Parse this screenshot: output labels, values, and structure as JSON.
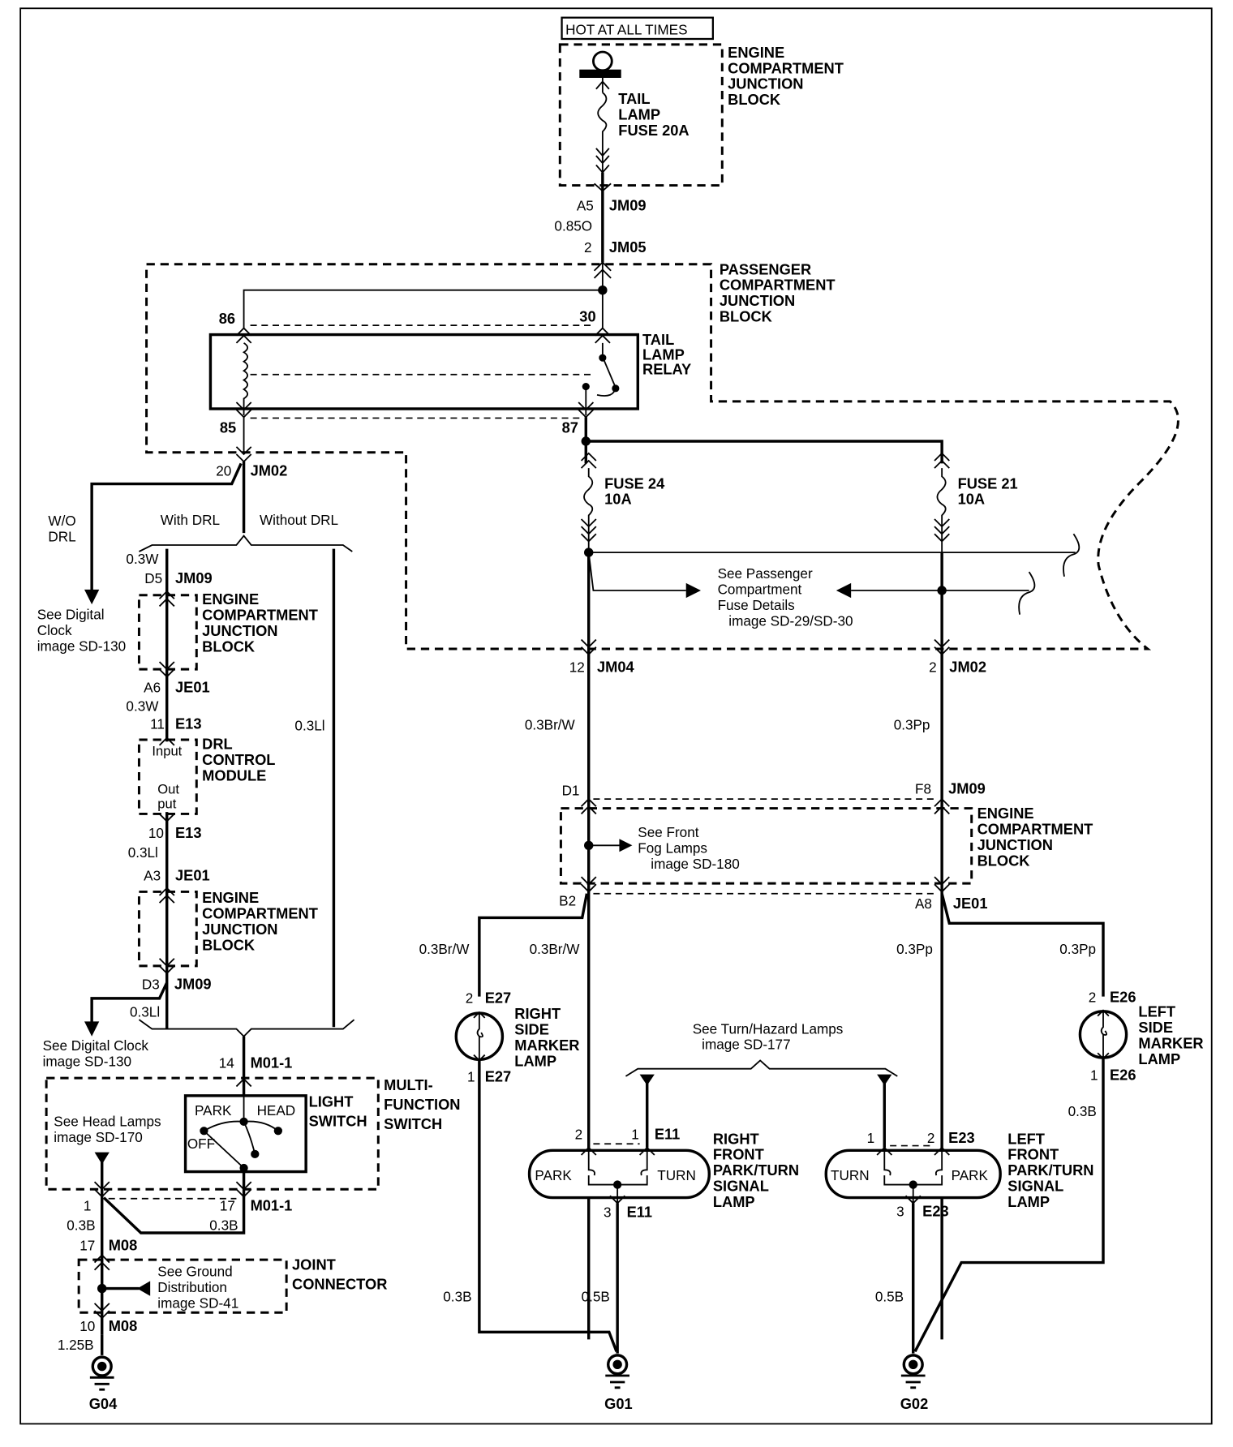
{
  "diagram": {
    "power_source": "HOT AT ALL TIMES",
    "colors": {
      "ink": "#000000",
      "paper": "#ffffff"
    },
    "components": {
      "engine_jb_top": [
        "ENGINE",
        "COMPARTMENT",
        "JUNCTION",
        "BLOCK"
      ],
      "tail_lamp_fuse": [
        "TAIL",
        "LAMP",
        "FUSE 20A"
      ],
      "passenger_jb": [
        "PASSENGER",
        "COMPARTMENT",
        "JUNCTION",
        "BLOCK"
      ],
      "tail_lamp_relay": [
        "TAIL",
        "LAMP",
        "RELAY"
      ],
      "fuse_24": [
        "FUSE 24",
        "10A"
      ],
      "fuse_21": [
        "FUSE 21",
        "10A"
      ],
      "engine_jb_left1": [
        "ENGINE",
        "COMPARTMENT",
        "JUNCTION",
        "BLOCK"
      ],
      "drl_module": [
        "DRL",
        "CONTROL",
        "MODULE"
      ],
      "drl_input": "Input",
      "drl_output": [
        "Out",
        "put"
      ],
      "engine_jb_left2": [
        "ENGINE",
        "COMPARTMENT",
        "JUNCTION",
        "BLOCK"
      ],
      "multi_function_switch": [
        "MULTI-",
        "FUNCTION",
        "SWITCH"
      ],
      "light_switch": [
        "LIGHT",
        "SWITCH"
      ],
      "switch_positions": {
        "park": "PARK",
        "head": "HEAD",
        "off": "OFF"
      },
      "joint_connector": [
        "JOINT",
        "CONNECTOR"
      ],
      "engine_jb_right": [
        "ENGINE",
        "COMPARTMENT",
        "JUNCTION",
        "BLOCK"
      ],
      "right_side_marker": [
        "RIGHT",
        "SIDE",
        "MARKER",
        "LAMP"
      ],
      "left_side_marker": [
        "LEFT",
        "SIDE",
        "MARKER",
        "LAMP"
      ],
      "right_front_lamp": [
        "RIGHT",
        "FRONT",
        "PARK/TURN",
        "SIGNAL",
        "LAMP"
      ],
      "left_front_lamp": [
        "LEFT",
        "FRONT",
        "PARK/TURN",
        "SIGNAL",
        "LAMP"
      ],
      "lamp_park": "PARK",
      "lamp_turn": "TURN"
    },
    "references": {
      "digital_clock_1": [
        "See Digital",
        "Clock",
        "image SD-130"
      ],
      "digital_clock_2": [
        "See Digital Clock",
        "image SD-130"
      ],
      "head_lamps": [
        "See Head Lamps",
        "image SD-170"
      ],
      "ground_distribution": [
        "See Ground",
        "Distribution",
        "image SD-41"
      ],
      "passenger_fuse_details": [
        "See Passenger",
        "Compartment",
        "Fuse Details",
        "image SD-29/SD-30"
      ],
      "front_fog_lamps": [
        "See Front",
        "Fog Lamps",
        "image SD-180"
      ],
      "turn_hazard": [
        "See Turn/Hazard Lamps",
        "image SD-177"
      ]
    },
    "branch_labels": {
      "wo_drl": [
        "W/O",
        "DRL"
      ],
      "with_drl": "With DRL",
      "without_drl": "Without DRL"
    },
    "connectors": {
      "a5": "A5",
      "jm09_top": "JM09",
      "wire_085o": "0.85O",
      "pin2_jm05": "2",
      "jm05": "JM05",
      "p86": "86",
      "p30": "30",
      "p85": "85",
      "p87": "87",
      "p20": "20",
      "jm02_left": "JM02",
      "wire_03w_a": "0.3W",
      "d5": "D5",
      "jm09_d5": "JM09",
      "a6": "A6",
      "je01_a6": "JE01",
      "wire_03w_b": "0.3W",
      "p11": "11",
      "e13_in": "E13",
      "p10": "10",
      "e13_out": "E13",
      "wire_03li_a": "0.3Ll",
      "a3": "A3",
      "je01_a3": "JE01",
      "d3": "D3",
      "jm09_d3": "JM09",
      "wire_03li_b": "0.3Ll",
      "wire_03li_c": "0.3Ll",
      "p14": "14",
      "m011_top": "M01-1",
      "p1_sw": "1",
      "wire_03b_sw1": "0.3B",
      "p17_sw": "17",
      "m011_bot": "M01-1",
      "wire_03b_sw2": "0.3B",
      "p17_m08": "17",
      "m08_top": "M08",
      "p10_m08": "10",
      "m08_bot": "M08",
      "wire_125b": "1.25B",
      "p12": "12",
      "jm04": "JM04",
      "p2_jm02": "2",
      "jm02_right": "JM02",
      "wire_03brw_a": "0.3Br/W",
      "wire_03pp_a": "0.3Pp",
      "d1": "D1",
      "f8": "F8",
      "jm09_f8": "JM09",
      "b2": "B2",
      "a8": "A8",
      "je01_a8": "JE01",
      "wire_03brw_b": "0.3Br/W",
      "wire_03brw_c": "0.3Br/W",
      "wire_03pp_b": "0.3Pp",
      "wire_03pp_c": "0.3Pp",
      "p2_e27": "2",
      "e27_top": "E27",
      "p1_e27": "1",
      "e27_bot": "E27",
      "p2_e26": "2",
      "e26_top": "E26",
      "p1_e26": "1",
      "e26_bot": "E26",
      "wire_03b_e26": "0.3B",
      "p2_e11": "2",
      "p1_e11": "1",
      "e11_top": "E11",
      "p3_e11": "3",
      "e11_bot": "E11",
      "p1_e23": "1",
      "p2_e23": "2",
      "e23_top": "E23",
      "p3_e23": "3",
      "e23_bot": "E23",
      "wire_03b_g01": "0.3B",
      "wire_05b_g01": "0.5B",
      "wire_05b_g02": "0.5B"
    },
    "grounds": {
      "g04": "G04",
      "g01": "G01",
      "g02": "G02"
    }
  }
}
